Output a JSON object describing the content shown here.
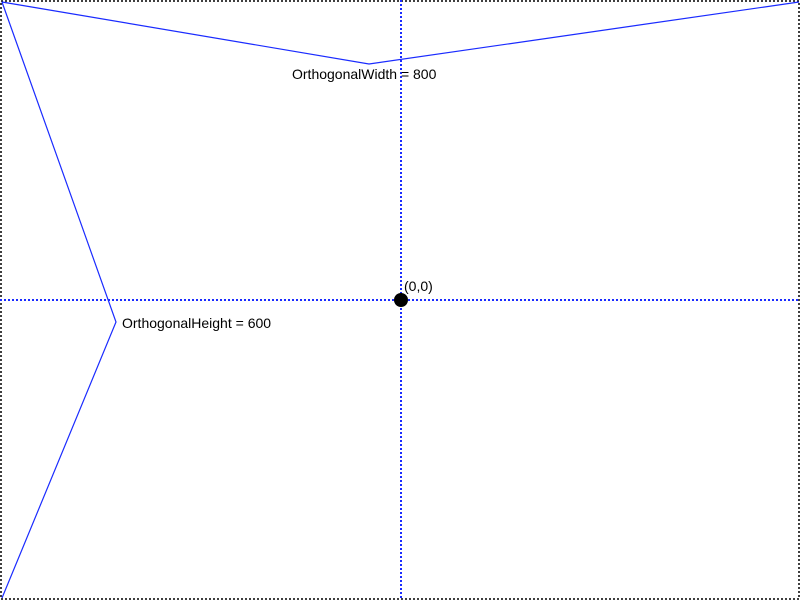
{
  "colors": {
    "bracket": "#1a2bff",
    "axis": "#1a2bff",
    "border": "#000000",
    "origin": "#000000"
  },
  "labels": {
    "width": "OrthogonalWidth = 800",
    "height": "OrthogonalHeight = 600",
    "origin": "(0,0)"
  }
}
